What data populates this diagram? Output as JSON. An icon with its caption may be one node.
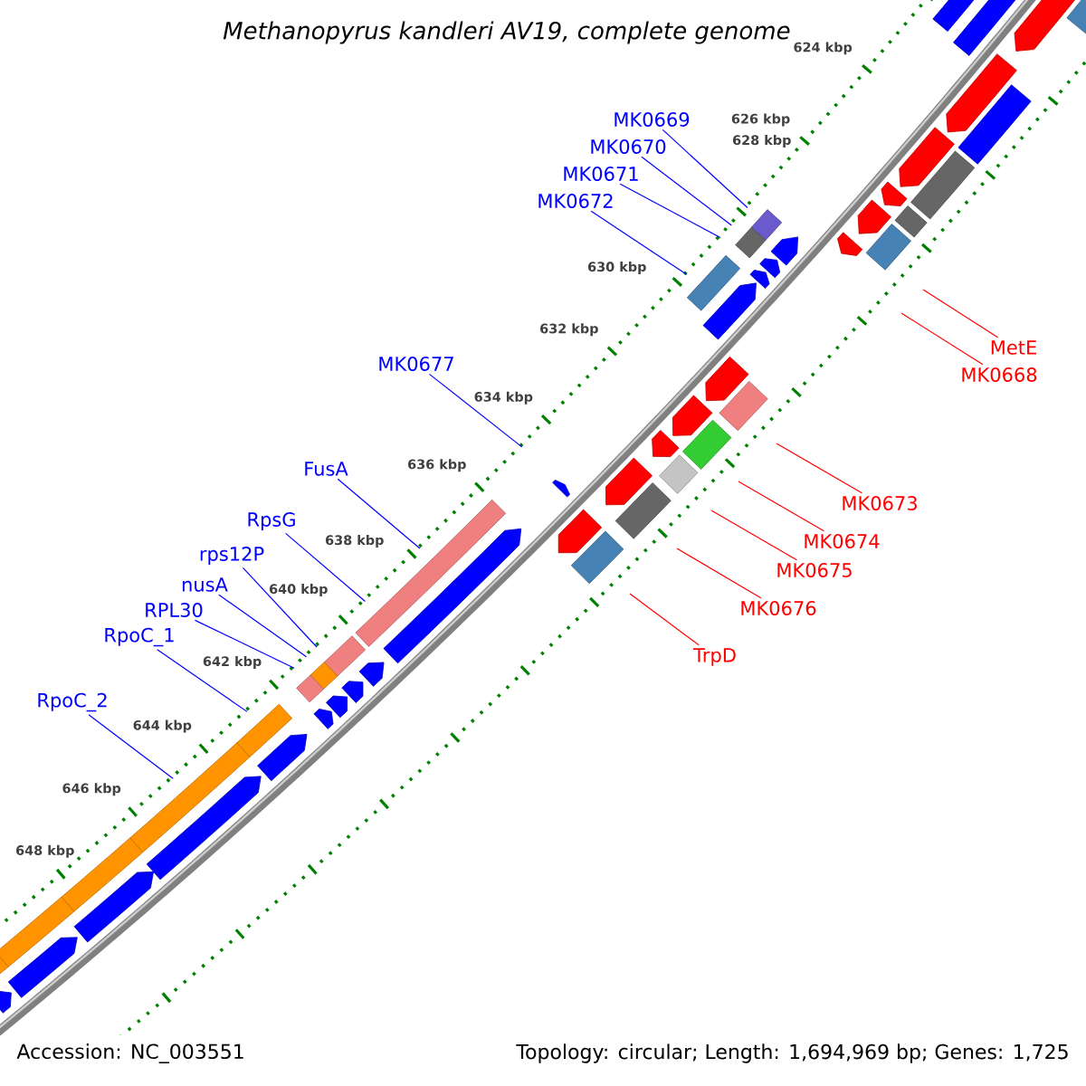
{
  "diagram": {
    "title": "Methanopyrus kandleri AV19, complete genome",
    "nodes": [
      {
        "text": [
          "MK0669"
        ]
      },
      {
        "text": [
          "MK0670"
        ]
      },
      {
        "text": [
          "MK0671"
        ]
      },
      {
        "text": [
          "MK0672"
        ]
      },
      {
        "text": [
          "MK0677"
        ]
      },
      {
        "text": [
          "FusA"
        ]
      },
      {
        "text": [
          "RpsG"
        ]
      },
      {
        "text": [
          "rps12P"
        ]
      },
      {
        "text": [
          "nusA"
        ]
      },
      {
        "text": [
          "RPL30"
        ]
      },
      {
        "text": [
          "RpoC_1"
        ]
      },
      {
        "text": [
          "RpoC_2"
        ]
      },
      {
        "text": [
          "MetE"
        ]
      },
      {
        "text": [
          "MK0668"
        ]
      },
      {
        "text": [
          "MK0673"
        ]
      },
      {
        "text": [
          "MK0674"
        ]
      },
      {
        "text": [
          "MK0675"
        ]
      },
      {
        "text": [
          "MK0676"
        ]
      },
      {
        "text": [
          "TrpD"
        ]
      }
    ],
    "edges": [
      {
        "from": 0,
        "to": null,
        "arrow": "none"
      },
      {
        "from": 1,
        "to": null,
        "arrow": "none"
      },
      {
        "from": 2,
        "to": null,
        "arrow": "none"
      },
      {
        "from": 3,
        "to": null,
        "arrow": "none"
      },
      {
        "from": 4,
        "to": null,
        "arrow": "none"
      },
      {
        "from": 5,
        "to": null,
        "arrow": "none"
      },
      {
        "from": 6,
        "to": null,
        "arrow": "none"
      },
      {
        "from": 7,
        "to": null,
        "arrow": "none"
      },
      {
        "from": 8,
        "to": null,
        "arrow": "none"
      },
      {
        "from": 9,
        "to": null,
        "arrow": "none"
      },
      {
        "from": 10,
        "to": null,
        "arrow": "none"
      },
      {
        "from": 11,
        "to": null,
        "arrow": "none"
      },
      {
        "from": 12,
        "to": null,
        "arrow": "none",
        "color": "#ff0000"
      },
      {
        "from": 13,
        "to": null,
        "arrow": "none",
        "color": "#ff0000"
      },
      {
        "from": 14,
        "to": null,
        "arrow": "none",
        "color": "#ff0000"
      },
      {
        "from": 15,
        "to": null,
        "arrow": "none",
        "color": "#ff0000"
      },
      {
        "from": 16,
        "to": null,
        "arrow": "none",
        "color": "#ff0000"
      },
      {
        "from": 17,
        "to": null,
        "arrow": "none",
        "color": "#ff0000"
      },
      {
        "from": 18,
        "to": null,
        "arrow": "none",
        "color": "#ff0000"
      }
    ],
    "labels": [
      "624 kbp",
      "626 kbp",
      "628 kbp",
      "630 kbp",
      "632 kbp",
      "634 kbp",
      "636 kbp",
      "638 kbp",
      "640 kbp",
      "642 kbp",
      "644 kbp",
      "646 kbp",
      "648 kbp",
      "Accession: NC_003551",
      "Topology: circular; Length: 1,694,969 bp; Genes: 1,725"
    ]
  }
}
